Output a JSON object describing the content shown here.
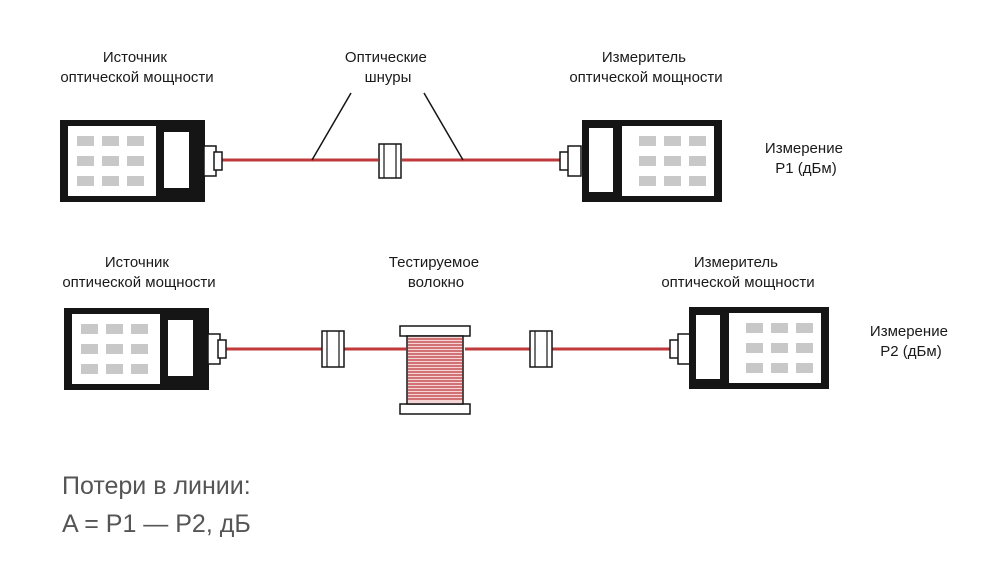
{
  "colors": {
    "fiber": "#c0393b",
    "fiber_highlight": "#e8a0a0",
    "device_body": "#151515",
    "device_panel": "#ffffff",
    "device_key": "#c8c8c8",
    "connector": "#ffffff",
    "text": "#1a1a1a",
    "formula_text": "#555555"
  },
  "setup1": {
    "source_label": [
      "Источник",
      "оптической мощности"
    ],
    "cords_label": [
      "Оптические",
      "шнуры"
    ],
    "meter_label": [
      "Измеритель",
      "оптической мощности"
    ],
    "measure_label": [
      "Измерение",
      "P1 (дБм)"
    ]
  },
  "setup2": {
    "source_label": [
      "Источник",
      "оптической мощности"
    ],
    "fiber_label": [
      "Тестируемое",
      "волокно"
    ],
    "meter_label": [
      "Измеритель",
      "оптической мощности"
    ],
    "measure_label": [
      "Измерение",
      "P2 (дБм)"
    ]
  },
  "formula": {
    "line1": "Потери в линии:",
    "line2": "A = P1 — P2, дБ"
  }
}
